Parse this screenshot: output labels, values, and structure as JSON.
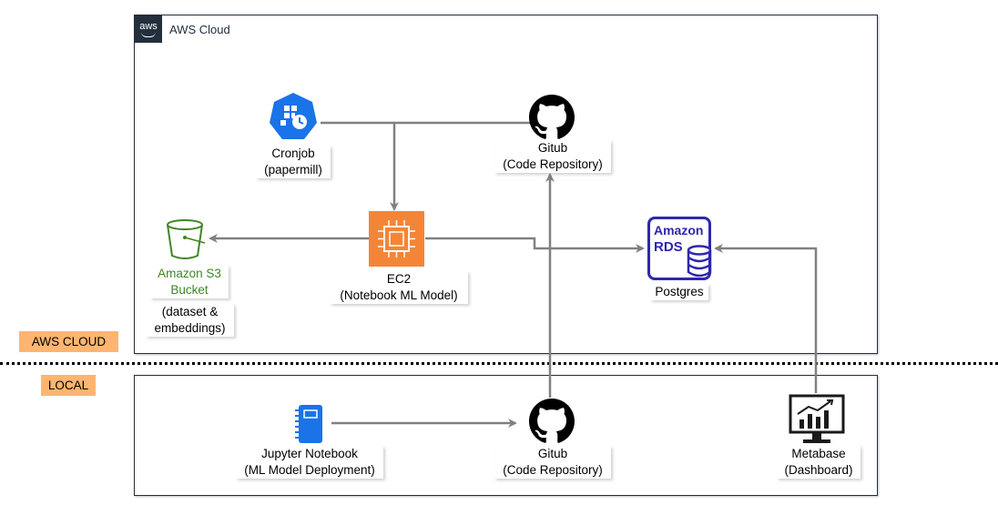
{
  "aws_group": {
    "title": "AWS Cloud",
    "badge": "aws"
  },
  "zones": {
    "aws_cloud_tag": "AWS CLOUD",
    "local_tag": "LOCAL"
  },
  "nodes": {
    "cronjob": {
      "line1": "Cronjob",
      "line2": "(papermill)",
      "color": "#1a73e8"
    },
    "gitub_cloud": {
      "line1": "Gitub",
      "line2": "(Code Repository)"
    },
    "ec2": {
      "line1": "EC2",
      "line2": "(Notebook ML Model)",
      "color": "#f58536"
    },
    "s3": {
      "line1": "Amazon S3",
      "line2": "Bucket",
      "note1": "(dataset &",
      "note2": "embeddings)",
      "color": "#3f8624"
    },
    "rds": {
      "line1": "Postgres",
      "logo1": "Amazon",
      "logo2": "RDS",
      "color": "#2e27ad"
    },
    "jupyter": {
      "line1": "Jupyter Notebook",
      "line2": "(ML Model Deployment)",
      "color": "#1a73e8"
    },
    "gitub_local": {
      "line1": "Gitub",
      "line2": "(Code Repository)"
    },
    "metabase": {
      "line1": "Metabase",
      "line2": "(Dashboard)"
    }
  },
  "colors": {
    "arrow": "#808080",
    "tag": "#ffb570",
    "aws_dark": "#232f3e"
  }
}
